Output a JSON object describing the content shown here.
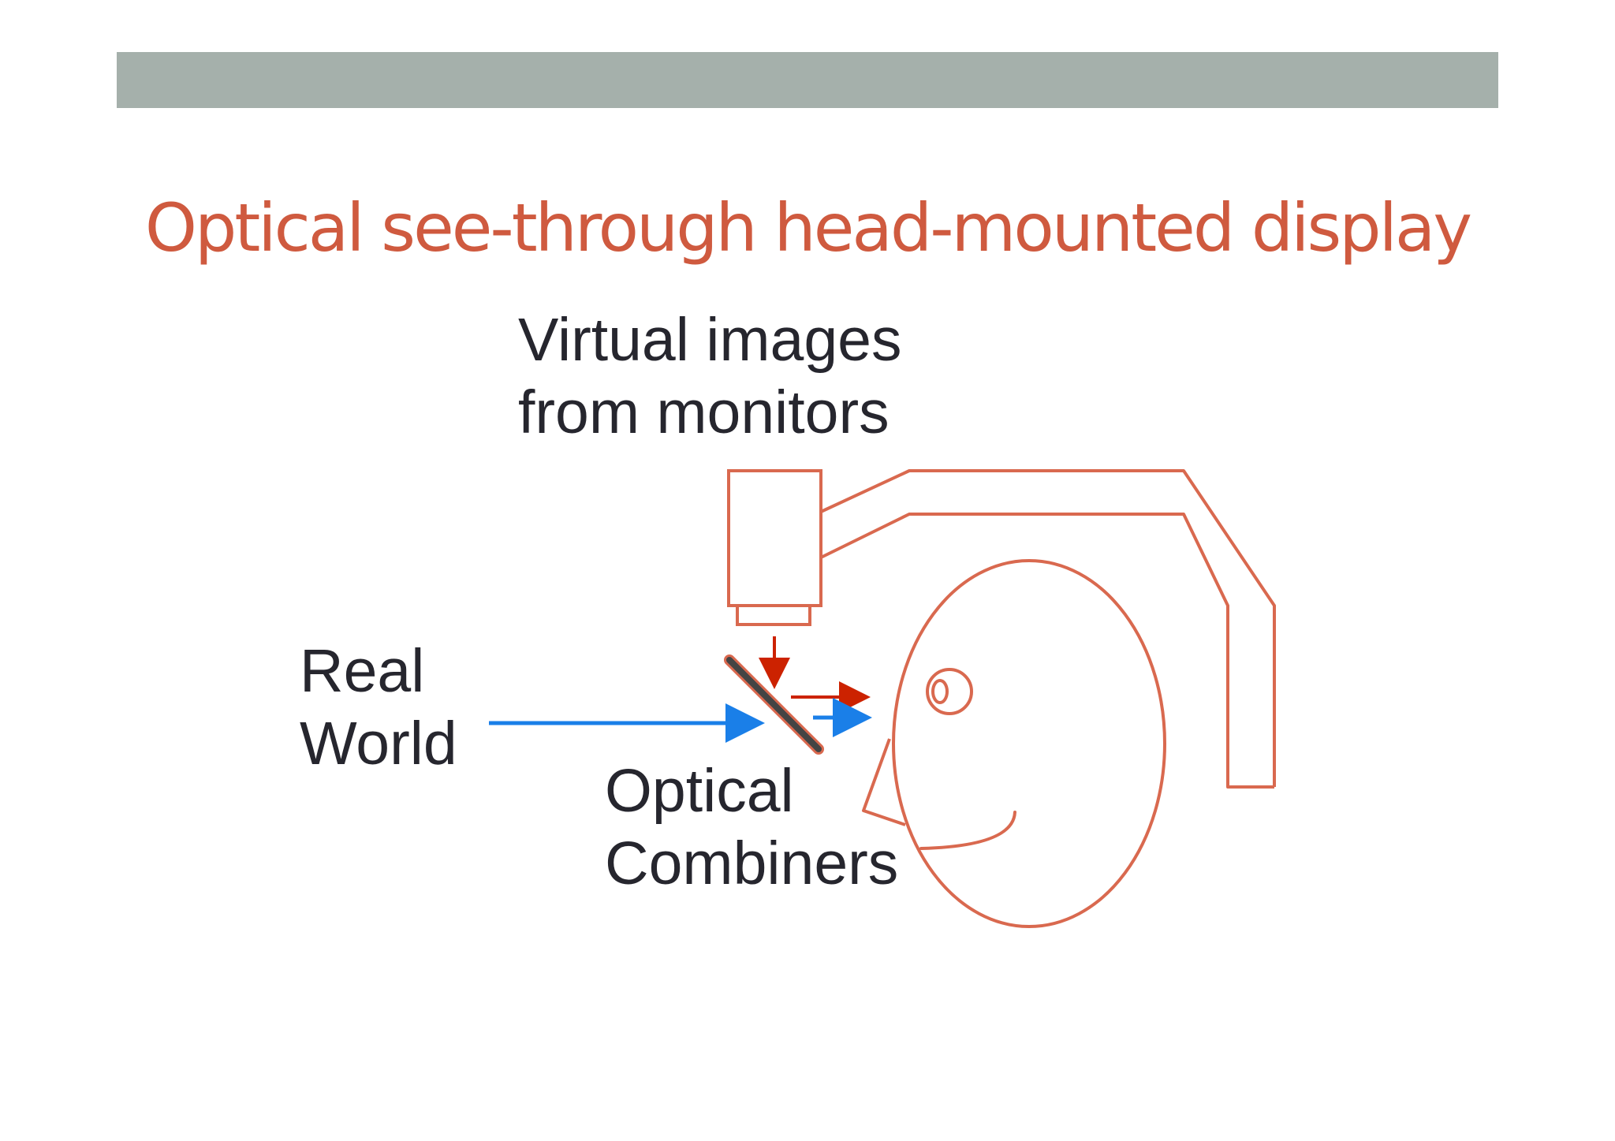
{
  "slide": {
    "title": "Optical see-through head-mounted display"
  },
  "labels": {
    "virtual_images": [
      "Virtual images",
      "from monitors"
    ],
    "real_world": [
      "Real",
      "World"
    ],
    "optical_combiners": [
      "Optical",
      "Combiners"
    ]
  },
  "colors": {
    "header_bar": "#a5b0ab",
    "title": "#cf5a3f",
    "outline": "#d9694f",
    "virtual_arrow": "#cc2200",
    "real_arrow": "#1a7fe8",
    "combiner": "#444444",
    "label_text": "#26262e"
  }
}
